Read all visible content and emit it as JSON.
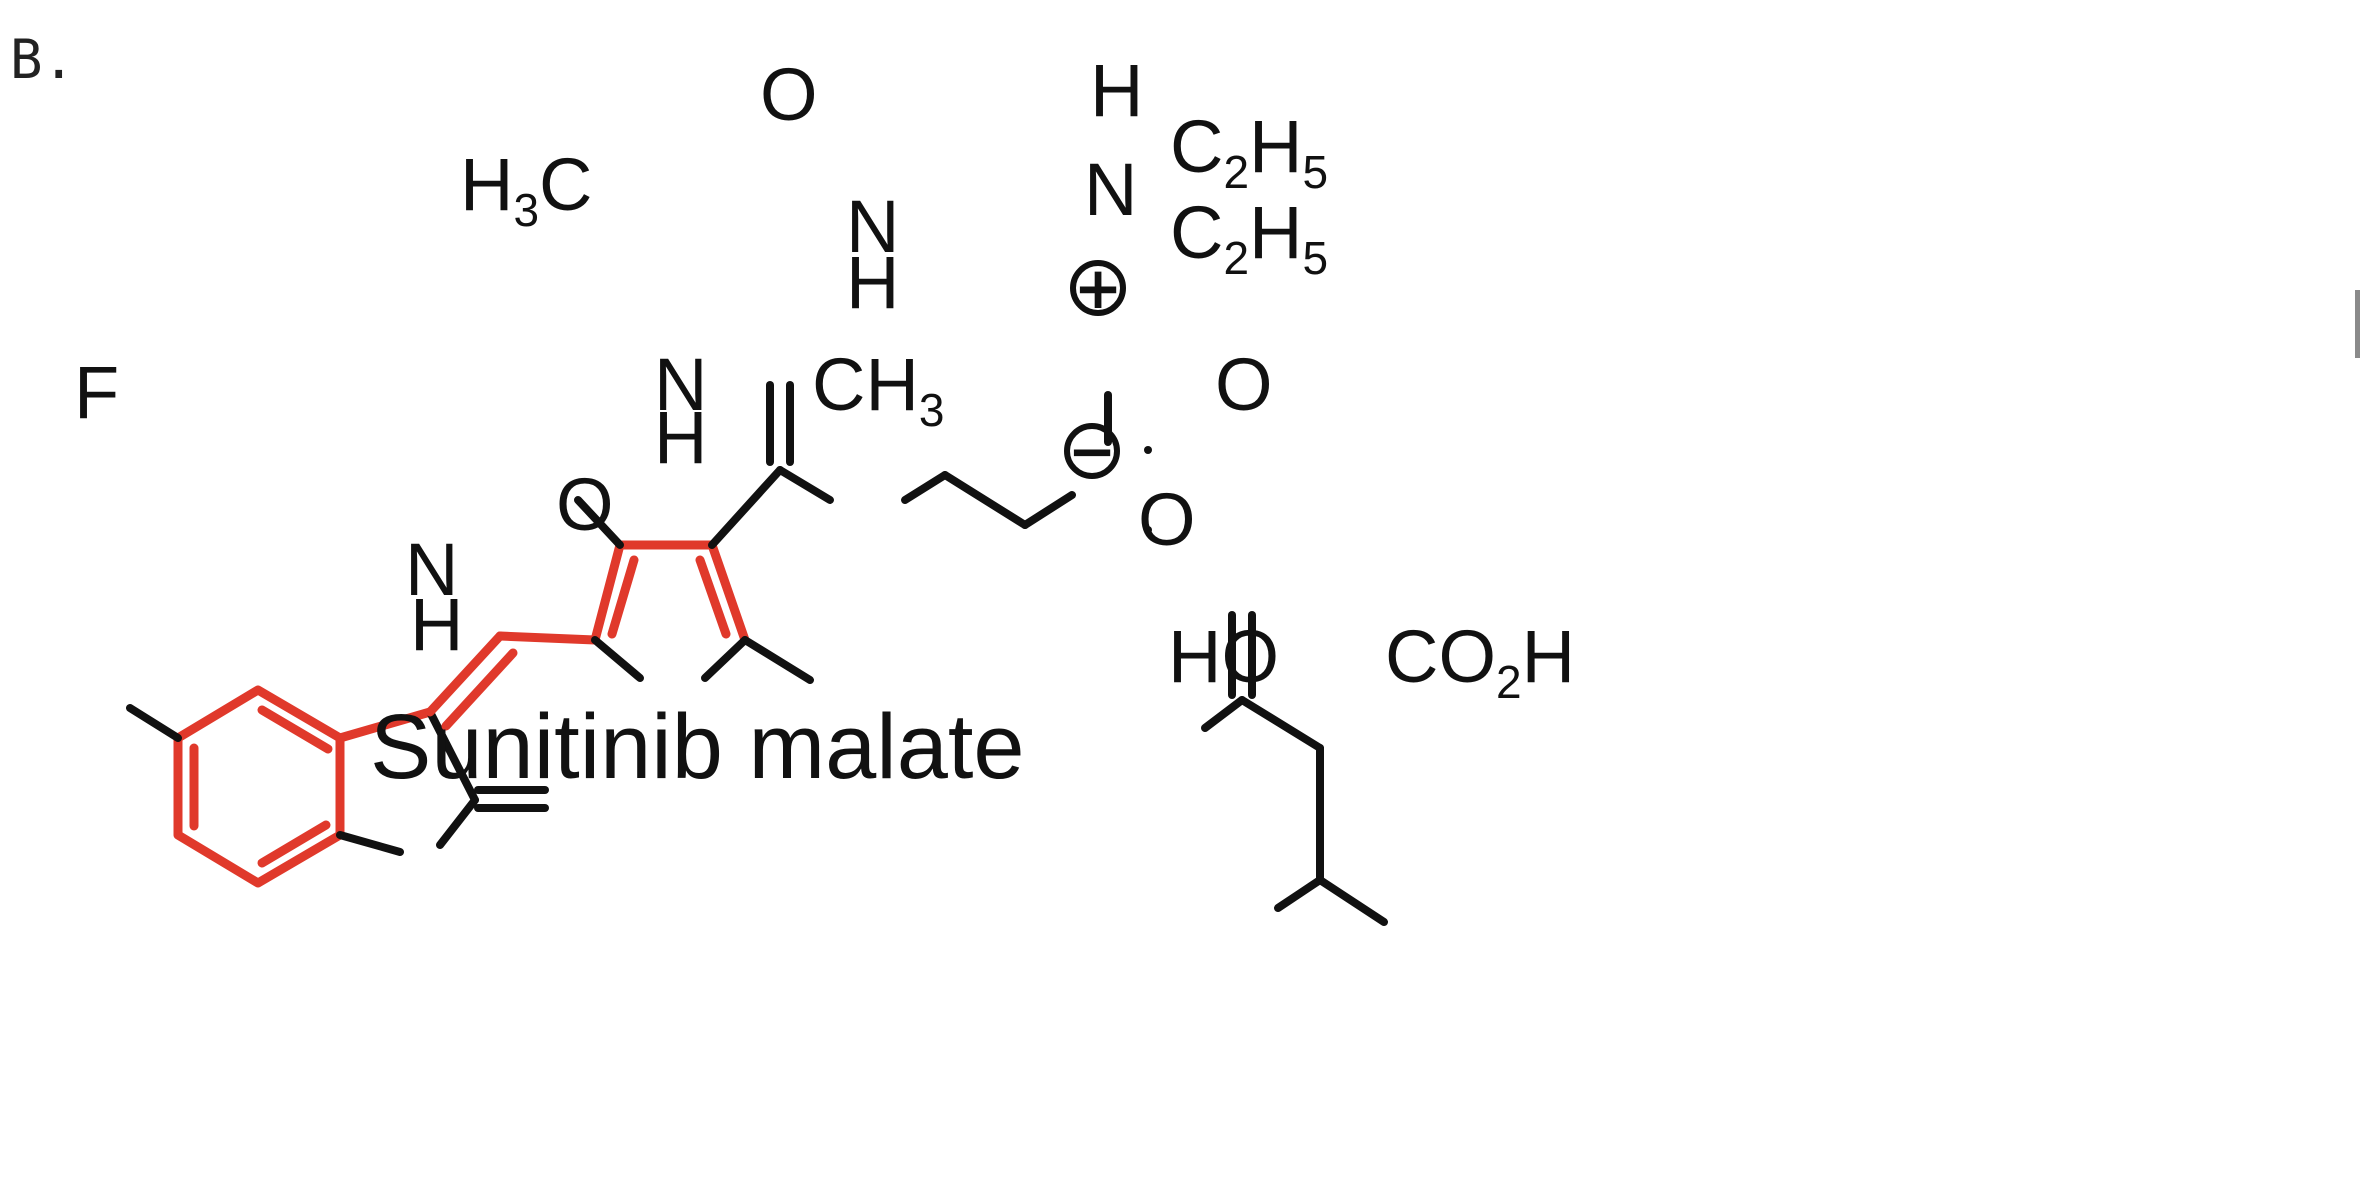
{
  "figure_label": "B.",
  "caption": "Sunitinib malate",
  "atoms": {
    "fluorine": "F",
    "oxindole_oxygen": "O",
    "indole_n": "N",
    "indole_h": "H",
    "pyrrole_n": "N",
    "pyrrole_h": "H",
    "methyl_left_main": "H",
    "methyl_left_sub": "3",
    "methyl_left_tail": "C",
    "methyl_right_main": "CH",
    "methyl_right_sub": "3",
    "amide_oxygen": "O",
    "amide_n": "N",
    "amide_h": "H",
    "ammonium_h": "H",
    "ammonium_n": "N",
    "ethyl_top_c": "C",
    "ethyl_top_c_sub": "2",
    "ethyl_top_h": "H",
    "ethyl_top_h_sub": "5",
    "ethyl_bottom_c": "C",
    "ethyl_bottom_c_sub": "2",
    "ethyl_bottom_h": "H",
    "ethyl_bottom_h_sub": "5",
    "plus_charge": "+",
    "minus_charge": "−",
    "carboxylate_o_top": "O",
    "carboxylate_o_left": "O",
    "hydroxyl": "HO",
    "acid_main": "CO",
    "acid_sub": "2",
    "acid_tail": "H"
  },
  "colors": {
    "highlight": "#e0392b",
    "ink": "#111111"
  }
}
